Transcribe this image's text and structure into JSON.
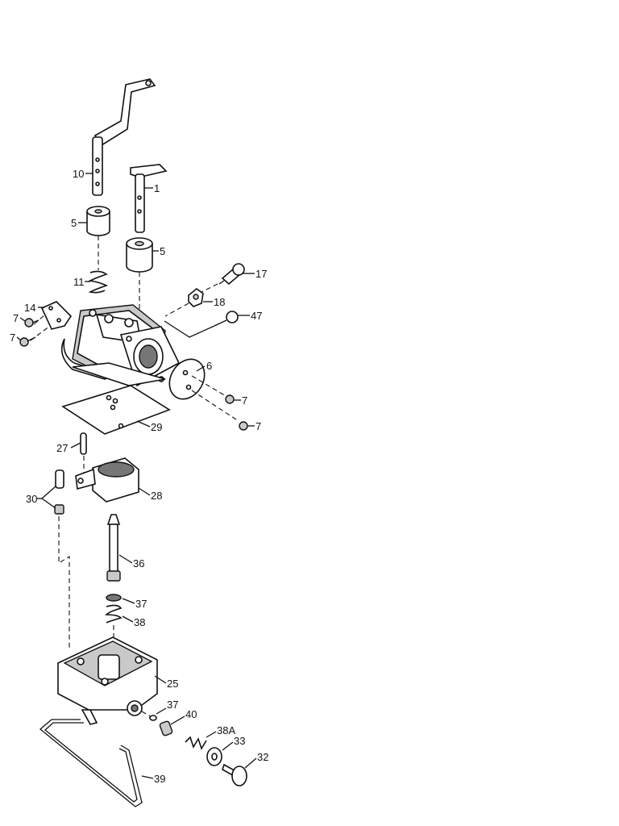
{
  "callouts": [
    {
      "id": "c10",
      "text": "10"
    },
    {
      "id": "c1",
      "text": "1"
    },
    {
      "id": "c5a",
      "text": "5"
    },
    {
      "id": "c5b",
      "text": "5"
    },
    {
      "id": "c11",
      "text": "11"
    },
    {
      "id": "c17",
      "text": "17"
    },
    {
      "id": "c18",
      "text": "18"
    },
    {
      "id": "c47",
      "text": "47"
    },
    {
      "id": "c14",
      "text": "14"
    },
    {
      "id": "c7a",
      "text": "7"
    },
    {
      "id": "c7b",
      "text": "7"
    },
    {
      "id": "c6",
      "text": "6"
    },
    {
      "id": "c7c",
      "text": "7"
    },
    {
      "id": "c7d",
      "text": "7"
    },
    {
      "id": "c29",
      "text": "29"
    },
    {
      "id": "c27",
      "text": "27"
    },
    {
      "id": "c28",
      "text": "28"
    },
    {
      "id": "c30",
      "text": "30"
    },
    {
      "id": "c36",
      "text": "36"
    },
    {
      "id": "c37a",
      "text": "37"
    },
    {
      "id": "c38",
      "text": "38"
    },
    {
      "id": "c25",
      "text": "25"
    },
    {
      "id": "c37b",
      "text": "37"
    },
    {
      "id": "c40",
      "text": "40"
    },
    {
      "id": "c38A",
      "text": "38A"
    },
    {
      "id": "c33",
      "text": "33"
    },
    {
      "id": "c32",
      "text": "32"
    },
    {
      "id": "c39",
      "text": "39"
    }
  ]
}
